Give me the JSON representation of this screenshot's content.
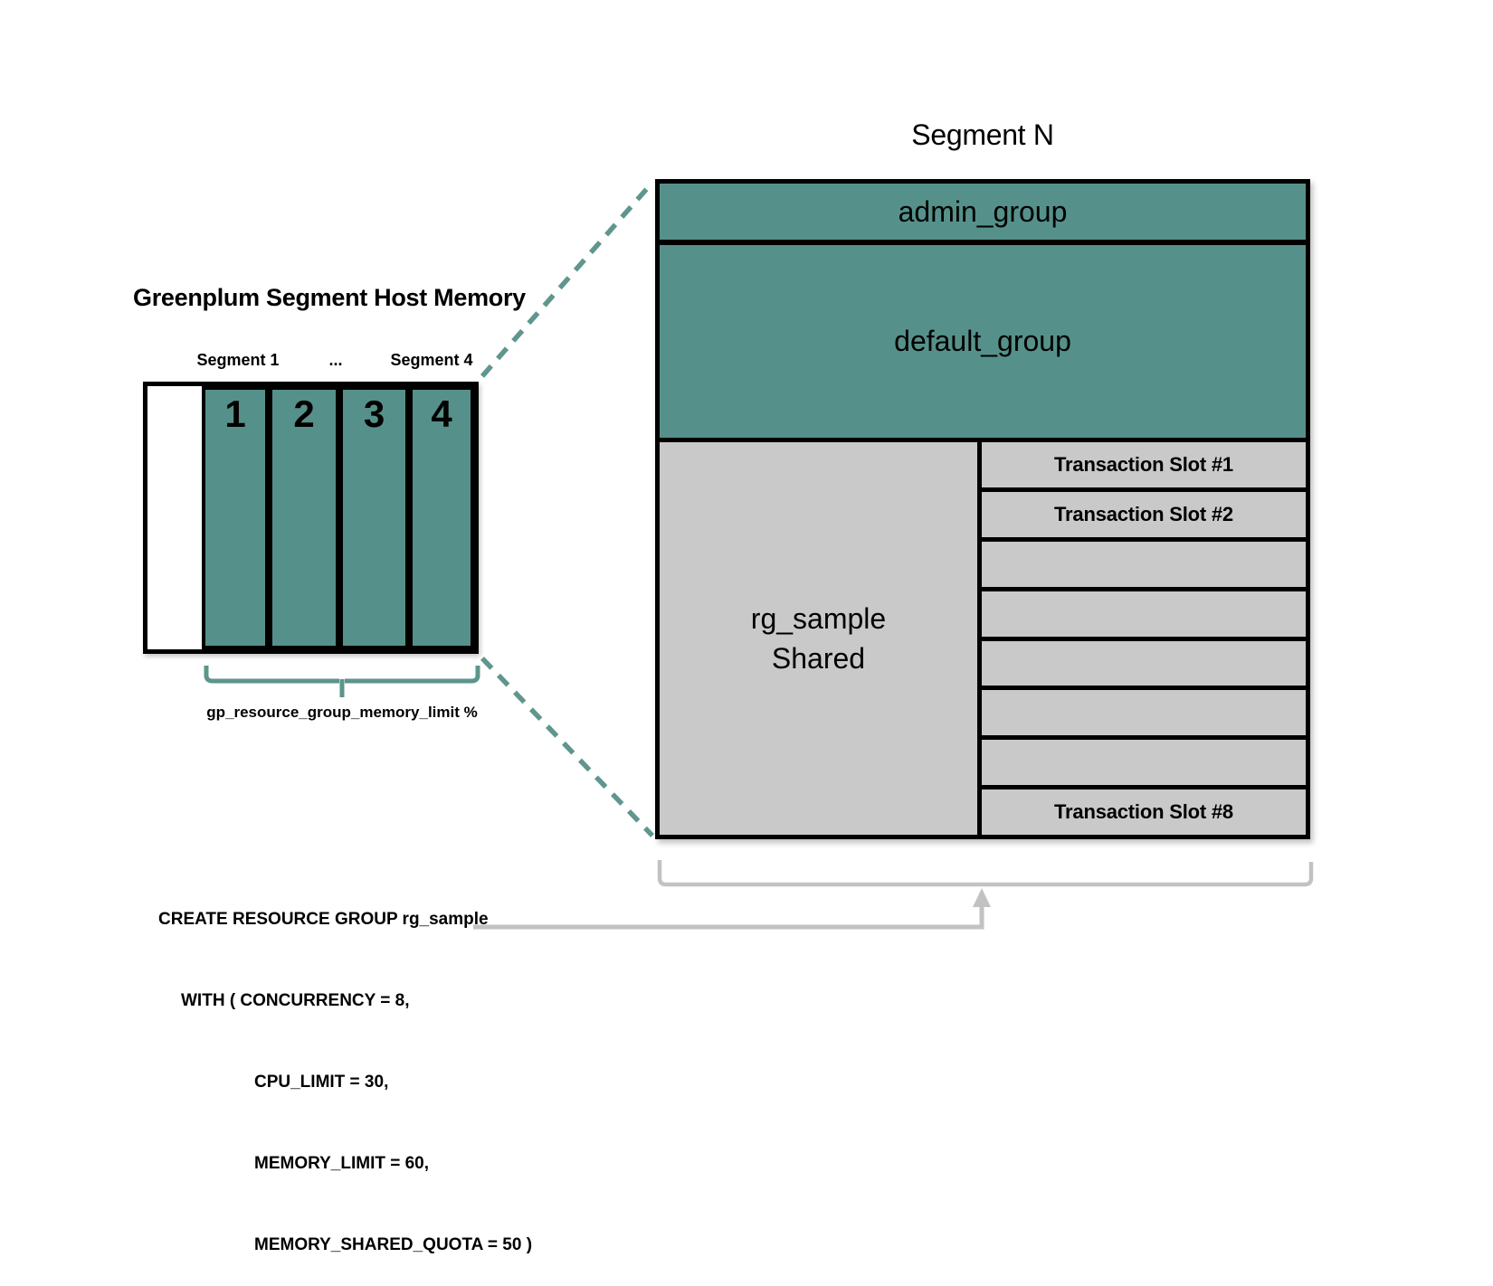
{
  "colors": {
    "teal_fill": "#55918a",
    "teal_line": "#5f968e",
    "slot_gray": "#c9c9c9",
    "connector_gray": "#c2c2c2",
    "border_black": "#000000"
  },
  "left_diagram": {
    "title": "Greenplum Segment Host Memory",
    "segment_label_1": "Segment 1",
    "segment_label_ellipsis": "...",
    "segment_label_4": "Segment 4",
    "columns": [
      "1",
      "2",
      "3",
      "4"
    ],
    "brace_label": "gp_resource_group_memory_limit %"
  },
  "right_diagram": {
    "title": "Segment N",
    "admin_group_label": "admin_group",
    "default_group_label": "default_group",
    "shared_line1": "rg_sample",
    "shared_line2": "Shared",
    "transaction_slots": [
      "Transaction Slot #1",
      "Transaction Slot #2",
      "",
      "",
      "",
      "",
      "",
      "Transaction Slot #8"
    ]
  },
  "sql_block": {
    "lines": [
      "CREATE RESOURCE GROUP rg_sample",
      "WITH ( CONCURRENCY = 8,",
      "CPU_LIMIT = 30,",
      "MEMORY_LIMIT = 60,",
      "MEMORY_SHARED_QUOTA = 50 )"
    ]
  }
}
